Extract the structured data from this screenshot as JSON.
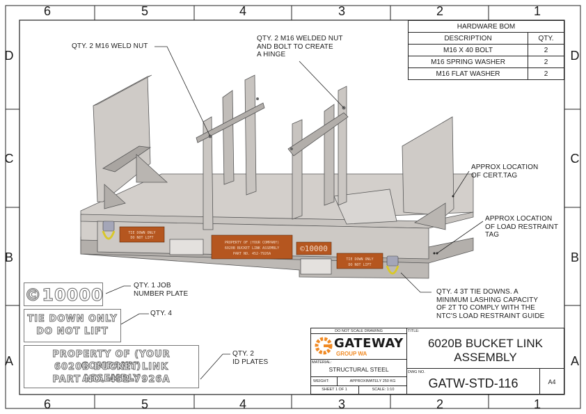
{
  "zones": {
    "columns": [
      "6",
      "5",
      "4",
      "3",
      "2",
      "1"
    ],
    "rows": [
      "D",
      "C",
      "B",
      "A"
    ]
  },
  "callouts": {
    "weld_nut": "QTY. 2 M16 WELD NUT",
    "hinge": [
      "QTY. 2 M16 WELDED NUT",
      "AND BOLT TO CREATE",
      "A HINGE"
    ],
    "cert_tag": [
      "APPROX LOCATION",
      "OF CERT.TAG"
    ],
    "load_tag": [
      "APPROX LOCATION",
      "OF LOAD RESTRAINT",
      "TAG"
    ],
    "tie_downs": [
      "QTY. 4 3T TIE DOWNS. A",
      "MINIMUM LASHING CAPACITY",
      "OF 2T TO COMPLY WITH THE",
      "NTC'S LOAD RESTRAINT GUIDE"
    ],
    "job_plate": [
      "QTY. 1 JOB",
      "NUMBER PLATE"
    ],
    "tie_plate": "QTY. 4",
    "id_plates": [
      "QTY. 2",
      "ID PLATES"
    ]
  },
  "bom": {
    "title": "HARDWARE BOM",
    "headers": [
      "DESCRIPTION",
      "QTY."
    ],
    "rows": [
      {
        "description": "M16 X 40 BOLT",
        "qty": "2"
      },
      {
        "description": "M16 SPRING WASHER",
        "qty": "2"
      },
      {
        "description": "M16 FLAT WASHER",
        "qty": "2"
      }
    ]
  },
  "plates": {
    "job_number": "10000",
    "tie_down": [
      "TIE DOWN ONLY",
      "DO NOT LIFT"
    ],
    "property": [
      "PROPERTY OF (YOUR COMPANY)",
      "6020B BUCKET LINK ASSEMBLY",
      "PART NO. 452-7926A"
    ]
  },
  "title_block": {
    "do_not_scale": "DO NOT SCALE DRAWING",
    "logo_name": "GATEWAY",
    "logo_sub": "GROUP WA",
    "material_label": "MATERIAL:",
    "material": "STRUCTURAL STEEL",
    "weight_label": "WEIGHT:",
    "weight": "APPROXIMATELY 250 KG",
    "sheet": "SHEET 1 OF 1",
    "scale": "SCALE: 1:10",
    "title_label": "TITLE:",
    "title": [
      "6020B BUCKET LINK",
      "ASSEMBLY"
    ],
    "dwg_label": "DWG NO.",
    "dwg_no": "GATW-STD-116",
    "size": "A4"
  },
  "colors": {
    "steel": "#c8c4c0",
    "steel_dark": "#9e9a96",
    "plate_copper": "#b5561f",
    "logo_orange": "#f08a24",
    "shackle_yellow": "#d9c829"
  }
}
